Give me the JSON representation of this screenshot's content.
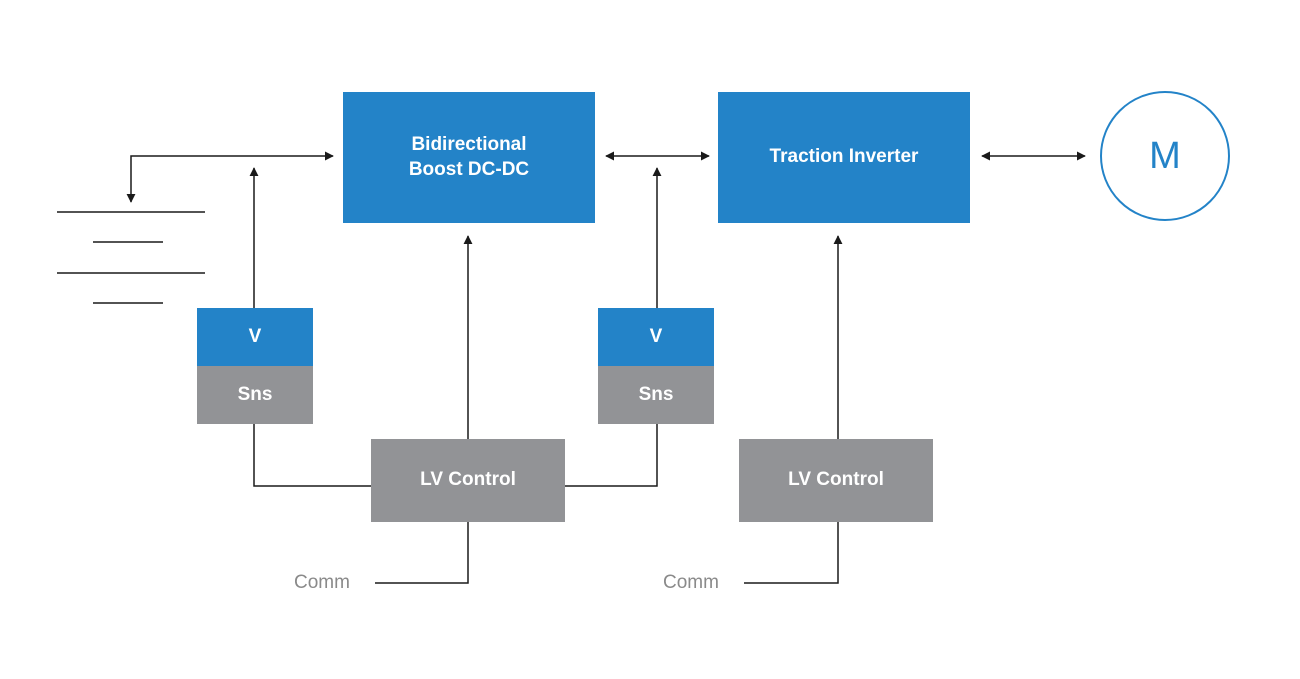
{
  "blocks": {
    "boost": "Bidirectional\nBoost DC-DC",
    "inverter": "Traction Inverter",
    "sensor_left": {
      "top": "V",
      "bottom": "Sns"
    },
    "sensor_right": {
      "top": "V",
      "bottom": "Sns"
    },
    "lv_control_left": "LV Control",
    "lv_control_right": "LV Control"
  },
  "comm_left": "Comm",
  "comm_right": "Comm",
  "motor_label": "M",
  "colors": {
    "blue": "#2383c8",
    "gray": "#929396",
    "line": "#1a1a1a",
    "comm_text": "#8a8a8a"
  },
  "icons": {
    "battery": "battery-icon",
    "motor": "motor-icon"
  }
}
